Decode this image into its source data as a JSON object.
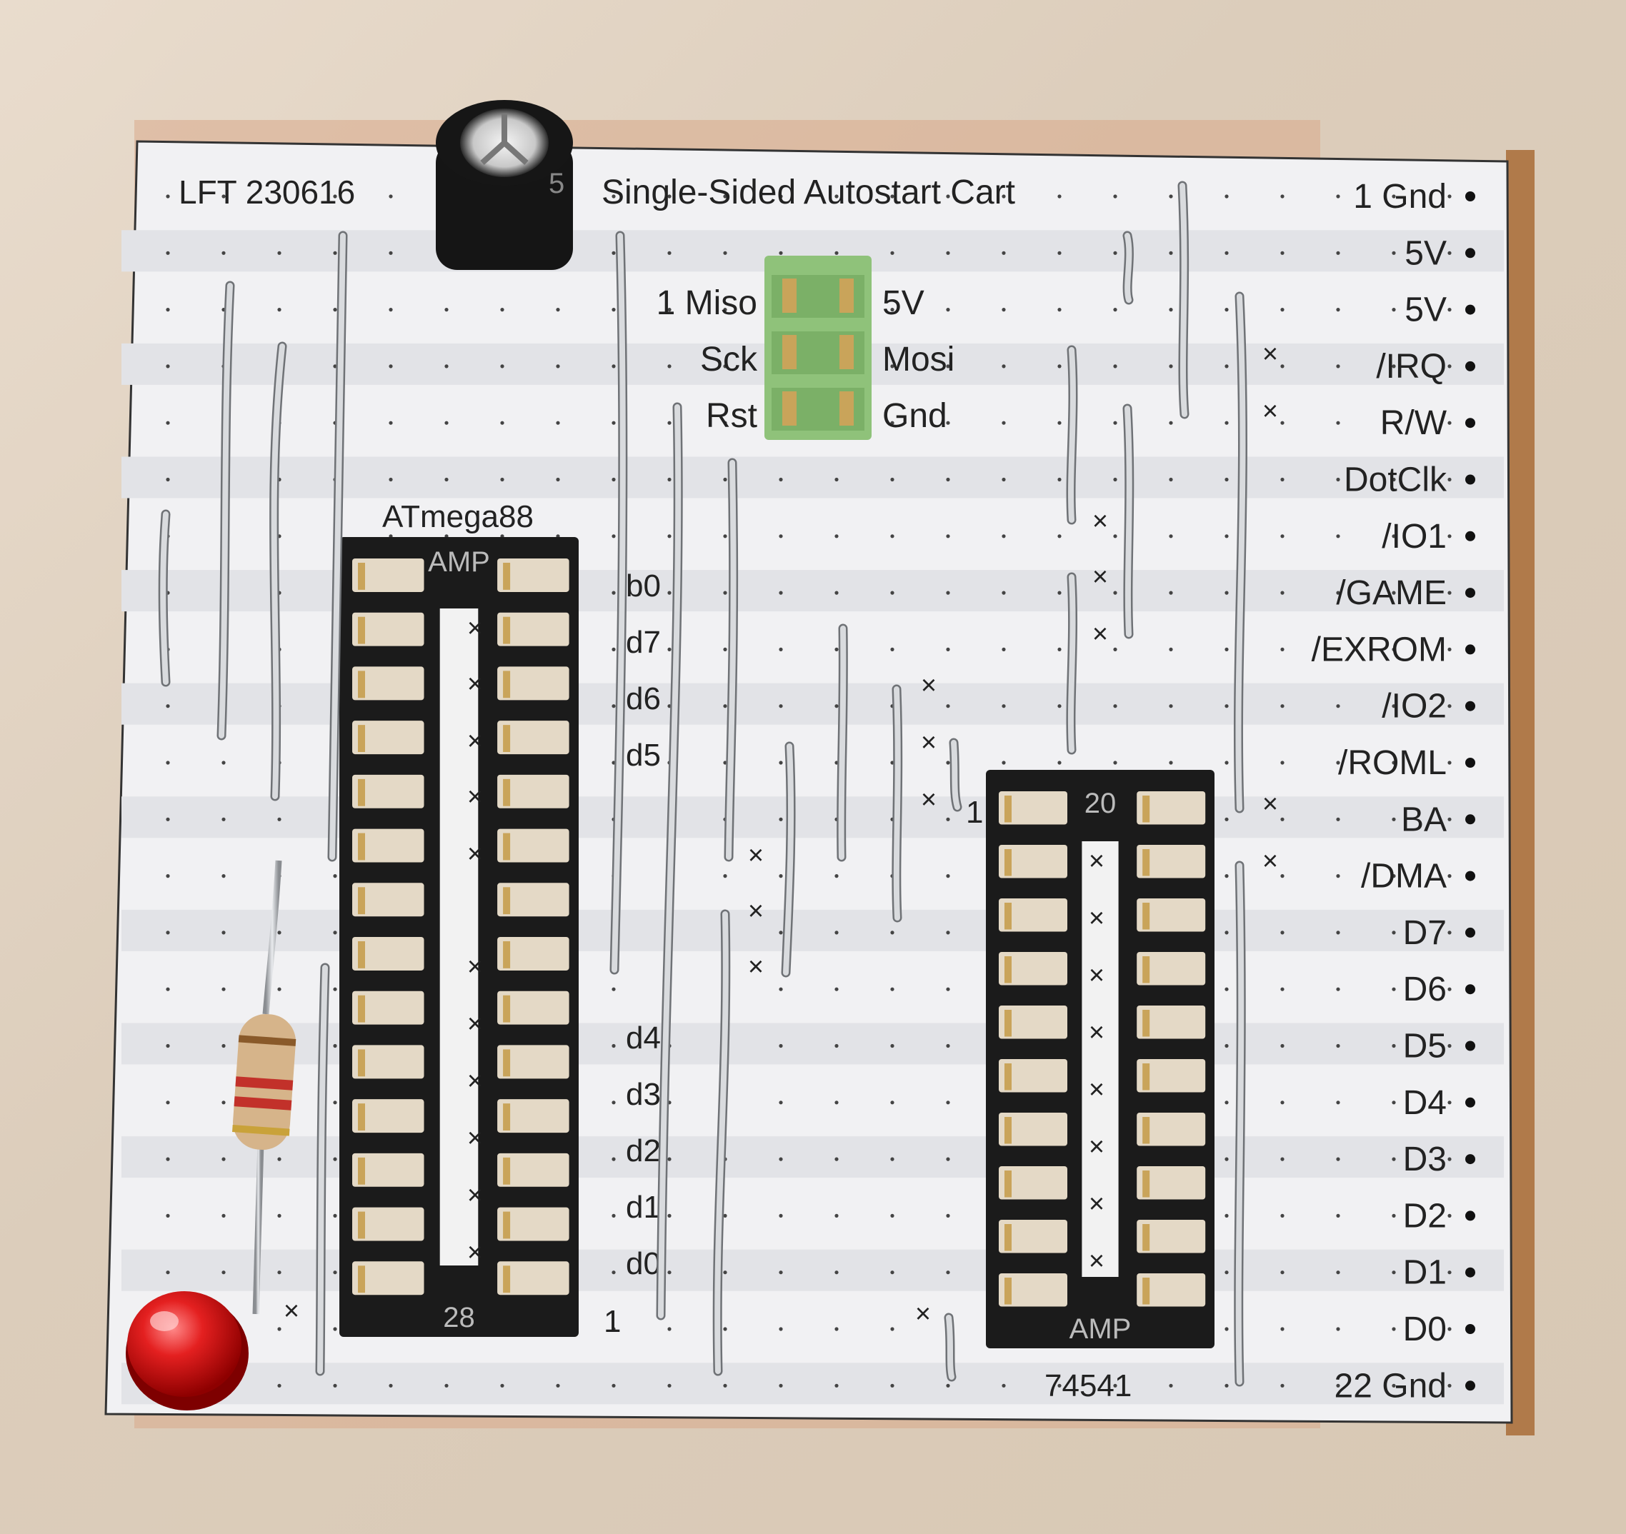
{
  "board": {
    "id_label": "LFT 230616",
    "title": "Single-Sided Autostart Cart",
    "mcu_label": "ATmega88",
    "mcu_socket_brand": "AMP",
    "mcu_socket_pin_label": "28",
    "buffer_label": "74541",
    "buffer_socket_pin_label": "20",
    "buffer_socket_brand": "AMP",
    "capacitor_mark": "5"
  },
  "isp_header": {
    "left_labels": [
      "1 Miso",
      "Sck",
      "Rst"
    ],
    "right_labels": [
      "5V",
      "Mosi",
      "Gnd"
    ]
  },
  "edge_pins": [
    "1 Gnd",
    "5V",
    "5V",
    "/IRQ",
    "R/W",
    "DotClk",
    "/IO1",
    "/GAME",
    "/EXROM",
    "/IO2",
    "/ROML",
    "BA",
    "/DMA",
    "D7",
    "D6",
    "D5",
    "D4",
    "D3",
    "D2",
    "D1",
    "D0",
    "22 Gnd"
  ],
  "data_labels_upper": [
    "b0",
    "d7",
    "d6",
    "d5"
  ],
  "data_labels_lower": [
    "d4",
    "d3",
    "d2",
    "d1",
    "d0"
  ],
  "pin_one_marks": [
    "1",
    "1"
  ],
  "nc_mark": "×",
  "colors": {
    "paper": "#f1f1f3",
    "stripe": "#e2e3e7",
    "socket": "#1b1b1b",
    "pin_gold": "#c9a45a",
    "header_green": "#8fc27a",
    "led_red": "#d81818",
    "wire": "#b9bcc0",
    "resistor_body": "#d6b48a"
  }
}
